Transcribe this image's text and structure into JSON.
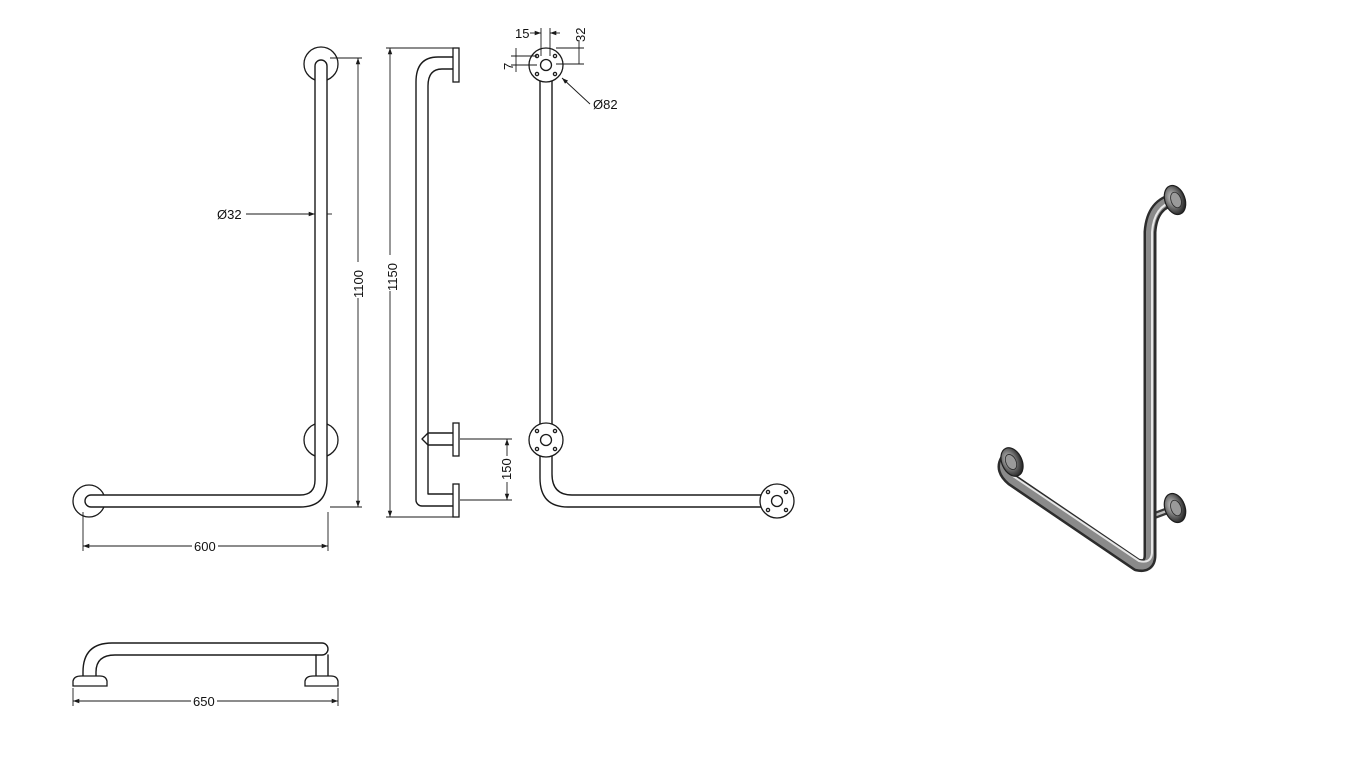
{
  "dimensions": {
    "front_width": "600",
    "front_height": "1100",
    "tube_diameter": "Ø32",
    "side_height": "1150",
    "support_spacing": "150",
    "flange_diameter": "Ø82",
    "flange_hole_offset": "15",
    "flange_hole_spacing": "32",
    "flange_hole_edge": "7",
    "top_length": "650"
  },
  "colors": {
    "line": "#1a1a1a",
    "metal_dark": "#4a4a4a",
    "metal_light": "#d8d8d8",
    "background": "#ffffff"
  }
}
